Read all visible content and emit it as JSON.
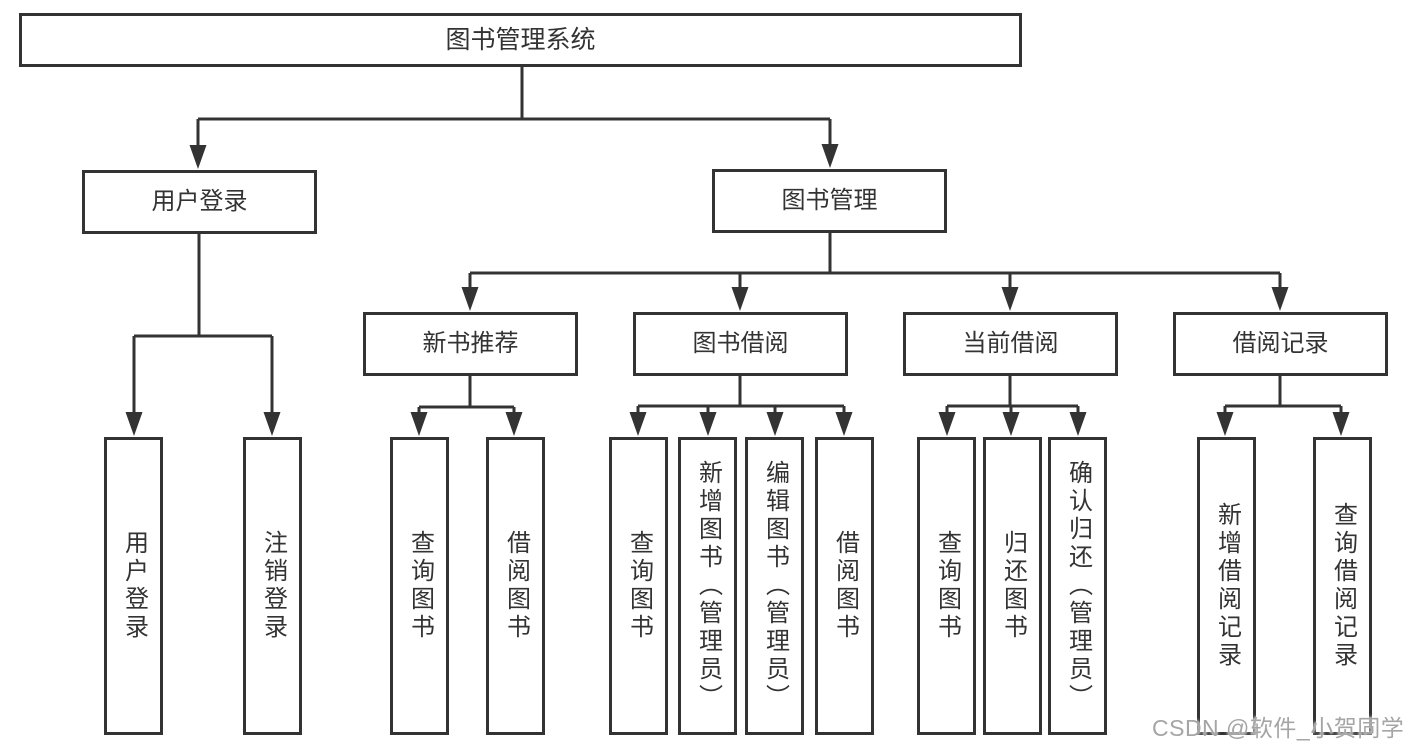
{
  "colors": {
    "line": "#333333",
    "box_border": "#333333",
    "text": "#333333",
    "background": "#ffffff",
    "watermark": "#a5a5a5"
  },
  "diagram": {
    "root_label": "图书管理系统",
    "level2": {
      "user_login": "用户登录",
      "book_management": "图书管理"
    },
    "level3": {
      "new_book_recommend": "新书推荐",
      "book_borrow": "图书借阅",
      "current_borrow": "当前借阅",
      "borrow_record": "借阅记录"
    },
    "leaves": {
      "user_login": "用户登录",
      "logout": "注销登录",
      "query_book_recommend": "查询图书",
      "borrow_book_recommend": "借阅图书",
      "query_book_borrow": "查询图书",
      "add_book_admin": "新增图书（管理员）",
      "edit_book_admin": "编辑图书（管理员）",
      "borrow_book_borrow": "借阅图书",
      "query_book_current": "查询图书",
      "return_book": "归还图书",
      "confirm_return_admin": "确认归还（管理员）",
      "add_borrow_record": "新增借阅记录",
      "query_borrow_record": "查询借阅记录"
    }
  },
  "watermark": "CSDN @软件_小贺同学"
}
